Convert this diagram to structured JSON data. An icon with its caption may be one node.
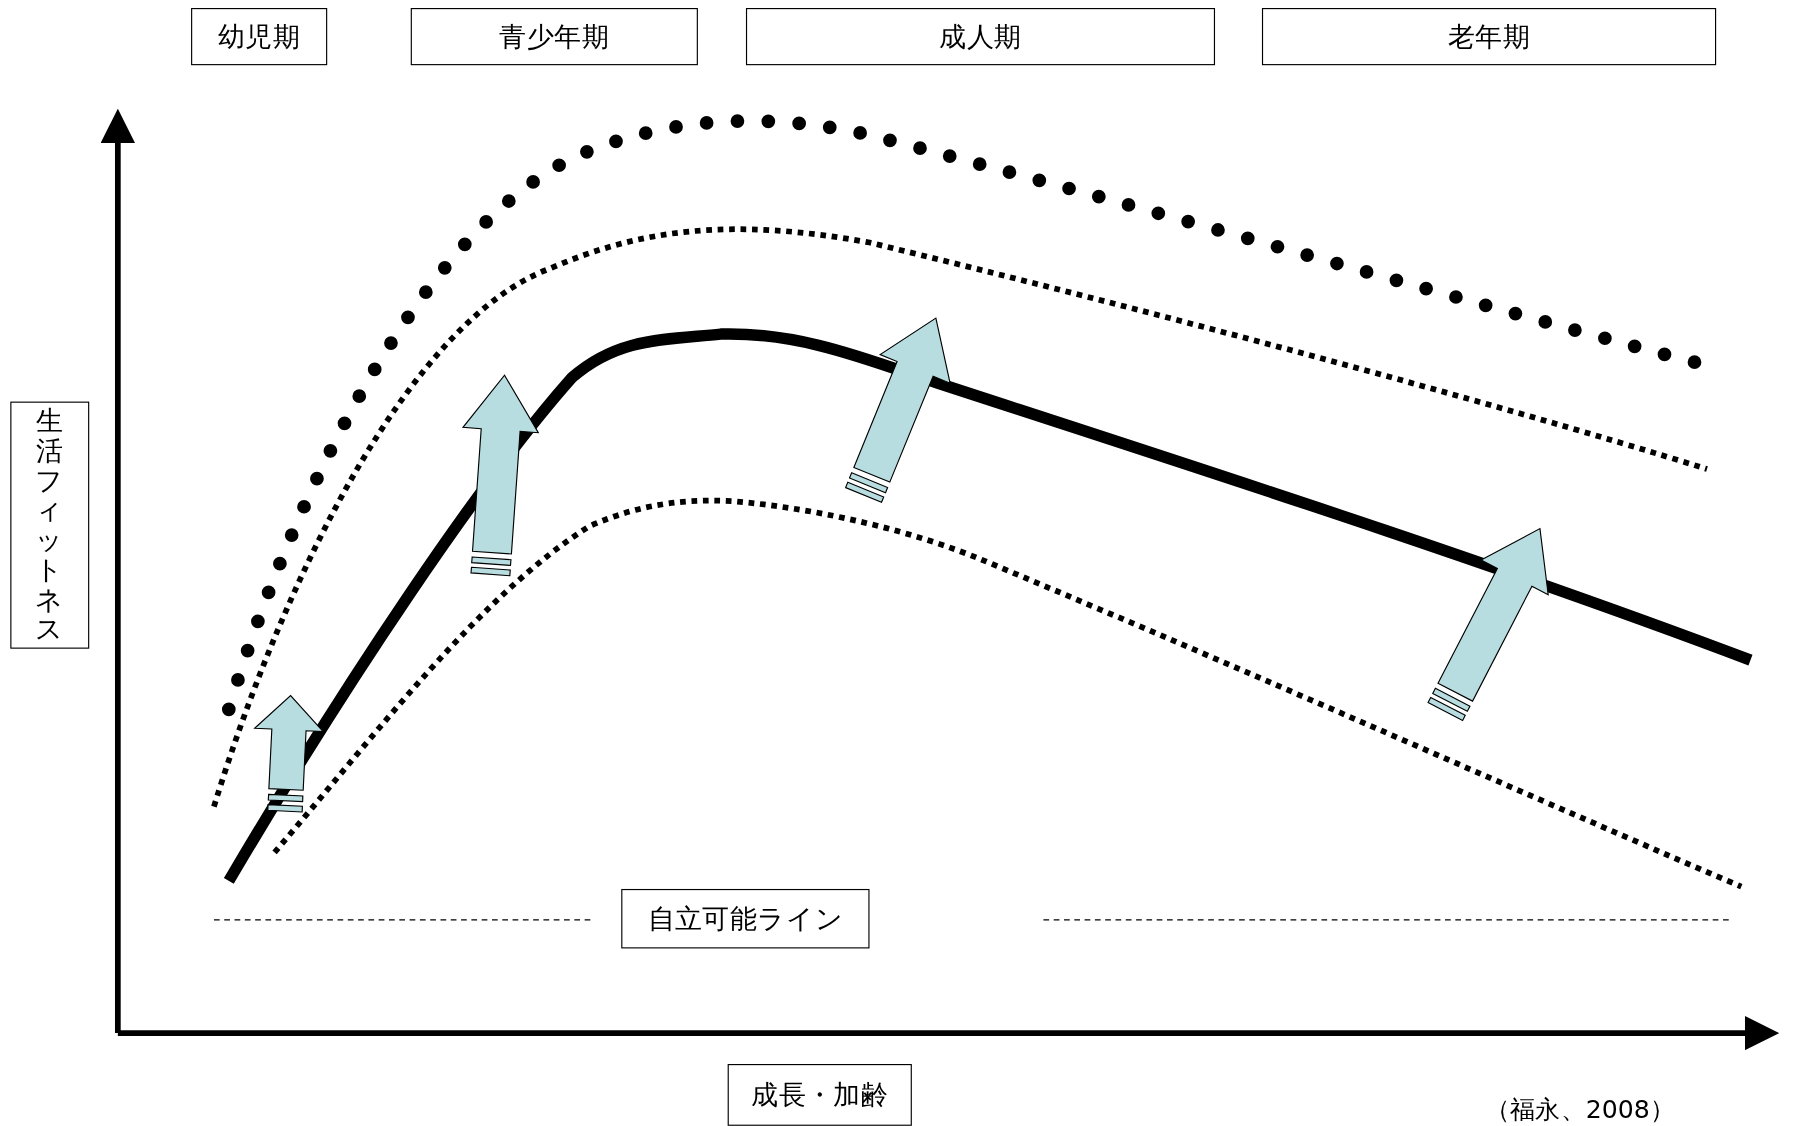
{
  "diagram": {
    "nodes": [
      {
        "text": [
          "幼児期"
        ]
      },
      {
        "text": [
          "青少年期"
        ]
      },
      {
        "text": [
          "成人期"
        ]
      },
      {
        "text": [
          "老年期"
        ]
      },
      {
        "text": [
          "生活フィットネス"
        ]
      },
      {
        "text": [
          "自立可能ライン"
        ]
      },
      {
        "text": [
          "成長・加齢"
        ]
      }
    ],
    "edges": [],
    "labels": [
      "（福永、2008）"
    ]
  }
}
